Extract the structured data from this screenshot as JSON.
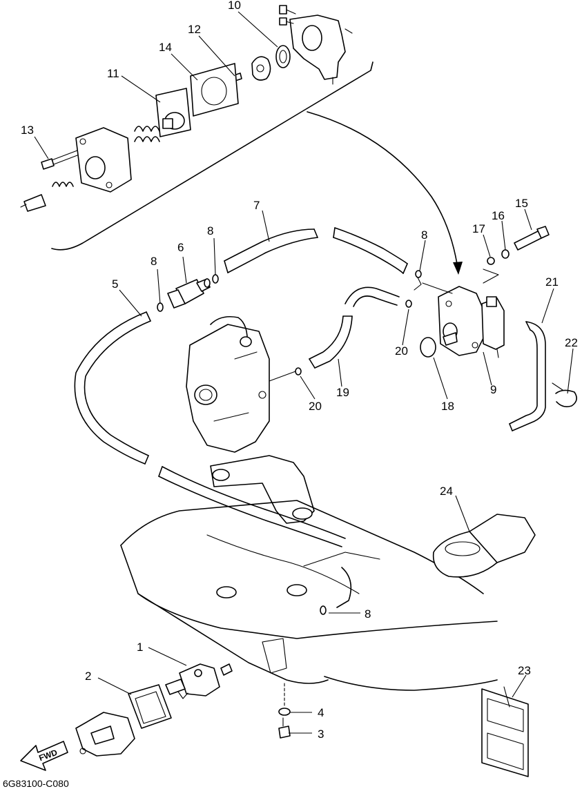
{
  "diagram": {
    "drawing_code": "6G83100-C080",
    "direction_label": "FWD",
    "callouts": {
      "c1": "1",
      "c2": "2",
      "c3": "3",
      "c4": "4",
      "c5": "5",
      "c6": "6",
      "c7": "7",
      "c8a": "8",
      "c8b": "8",
      "c8c": "8",
      "c8d": "8",
      "c9": "9",
      "c10": "10",
      "c11": "11",
      "c12": "12",
      "c13": "13",
      "c14": "14",
      "c15": "15",
      "c16": "16",
      "c17": "17",
      "c18": "18",
      "c19": "19",
      "c20a": "20",
      "c20b": "20",
      "c21": "21",
      "c22": "22",
      "c23": "23",
      "c24": "24"
    }
  }
}
